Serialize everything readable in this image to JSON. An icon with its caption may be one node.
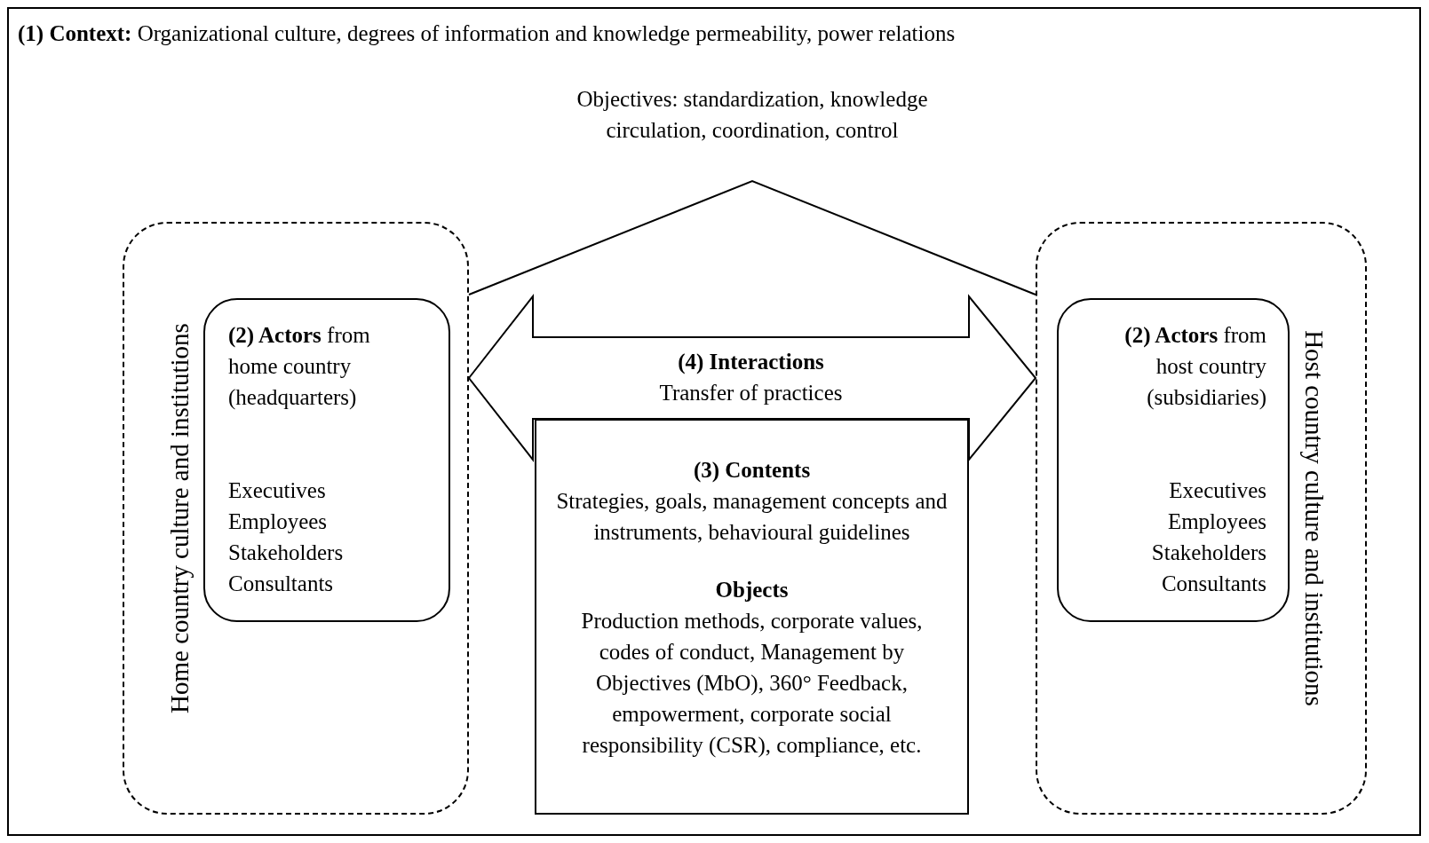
{
  "diagram": {
    "nodes": [
      {
        "text": [
          "**(1) Context:** Organizational culture, degrees of information and knowledge permeability, power relations"
        ]
      },
      {
        "text": [
          "Home country culture and institutions"
        ],
        "in": 0
      },
      {
        "text": [
          "**(2) Actors** from home country (headquarters)",
          "Executives Employees Stakeholders Consultants"
        ],
        "in": 1
      },
      {
        "text": [
          "Host country culture and institutions"
        ],
        "in": 0
      },
      {
        "text": [
          "**(2) Actors** from host country (subsidiaries)",
          "Executives Employees Stakeholders Consultants"
        ],
        "in": 3
      },
      {
        "text": [
          "(3) Contents",
          "Strategies, goals, management concepts and instruments, behavioural guidelines",
          "Objects",
          "Production methods, corporate values, codes of conduct, Management by Objectives (MbO), 360° Feedback, empowerment, corporate social responsibility (CSR), compliance, etc."
        ],
        "in": 0
      }
    ],
    "edges": [
      {
        "from": 1,
        "to": 3,
        "arrow": "none"
      },
      {
        "from": 1,
        "to": 3,
        "arrow": "both",
        "style": "thick",
        "label": "**(4) Interactions** Transfer of practices"
      }
    ],
    "labels": [
      "Objectives: standardization, knowledge circulation, coordination, control"
    ]
  }
}
